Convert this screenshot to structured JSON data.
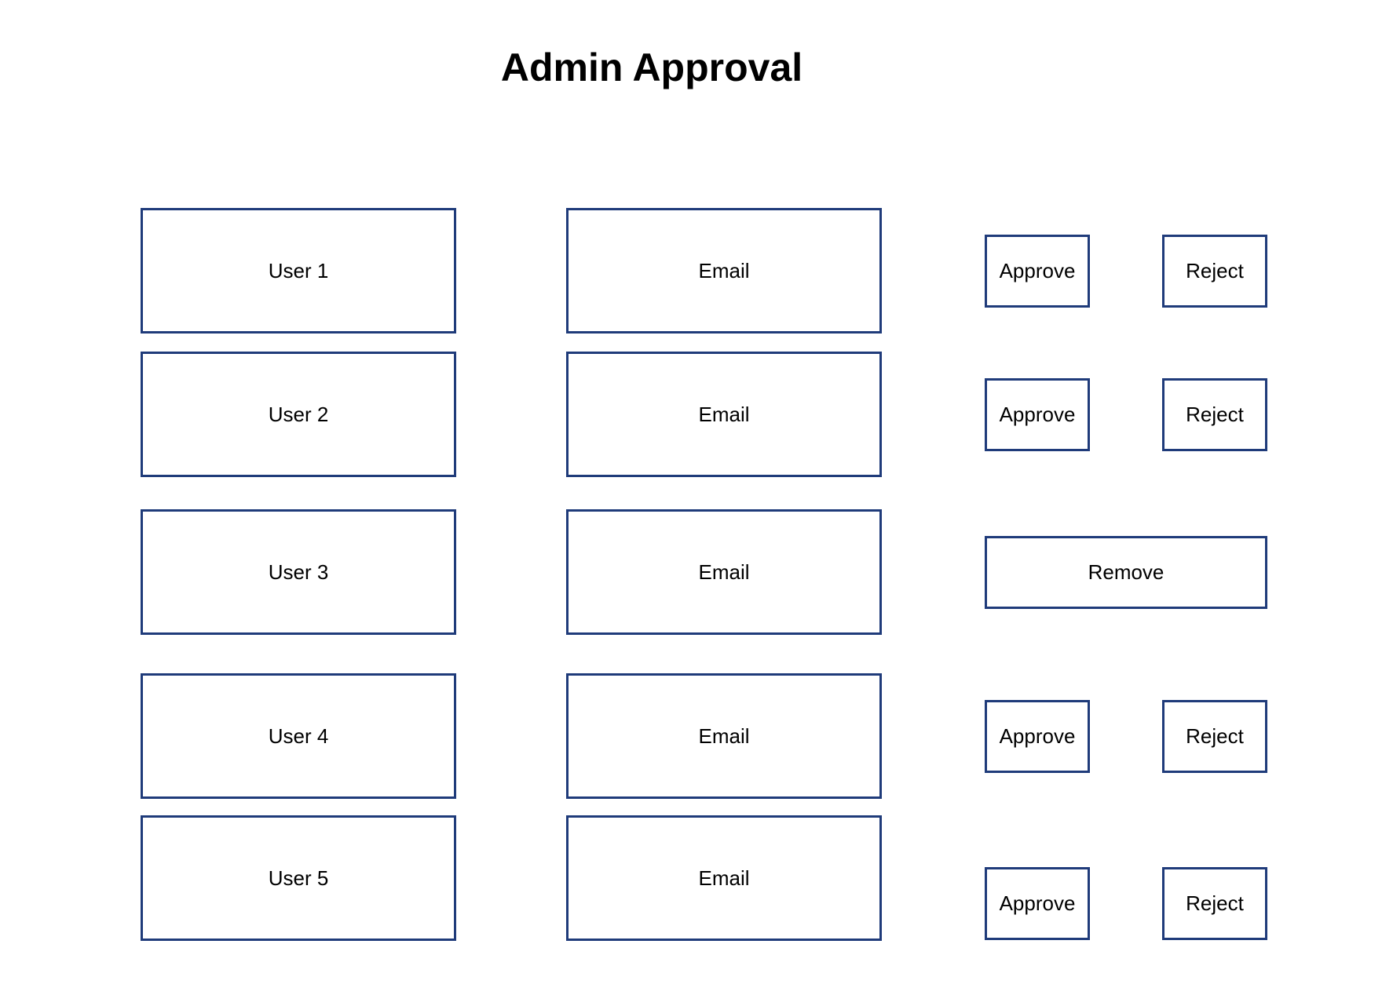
{
  "title": "Admin Approval",
  "colors": {
    "border": "#1f3b7a",
    "background": "#ffffff",
    "text": "#000000"
  },
  "rows": [
    {
      "user": "User 1",
      "email": "Email",
      "actions": [
        "Approve",
        "Reject"
      ]
    },
    {
      "user": "User 2",
      "email": "Email",
      "actions": [
        "Approve",
        "Reject"
      ]
    },
    {
      "user": "User 3",
      "email": "Email",
      "actions": [
        "Remove"
      ]
    },
    {
      "user": "User 4",
      "email": "Email",
      "actions": [
        "Approve",
        "Reject"
      ]
    },
    {
      "user": "User 5",
      "email": "Email",
      "actions": [
        "Approve",
        "Reject"
      ]
    }
  ]
}
